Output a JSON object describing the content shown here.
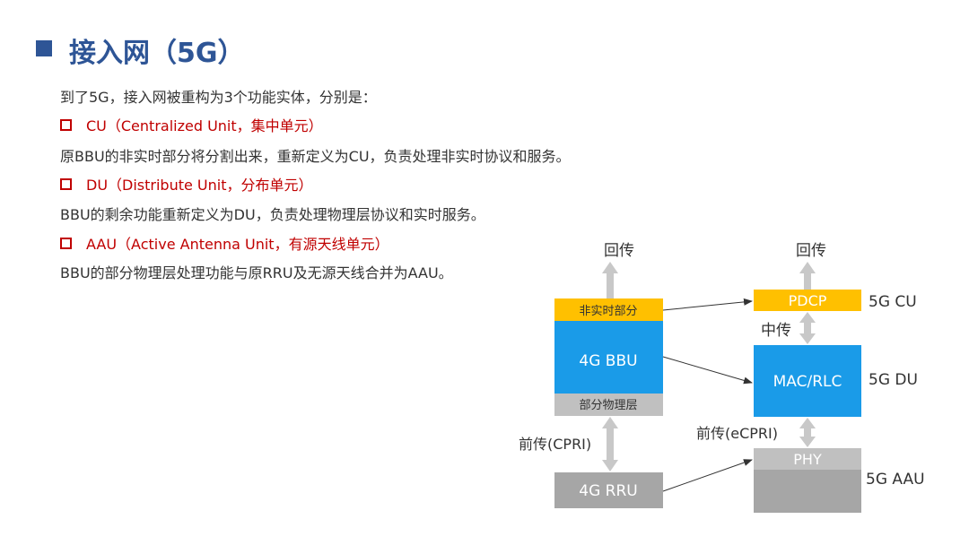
{
  "title": "接入网（5G）",
  "intro": "到了5G，接入网被重构为3个功能实体，分别是：",
  "items": [
    {
      "heading": "CU（Centralized Unit，集中单元）",
      "desc": "原BBU的非实时部分将分割出来，重新定义为CU，负责处理非实时协议和服务。"
    },
    {
      "heading": "DU（Distribute Unit，分布单元）",
      "desc": "BBU的剩余功能重新定义为DU，负责处理物理层协议和实时服务。"
    },
    {
      "heading": "AAU（Active Antenna Unit，有源天线单元）",
      "desc": "BBU的部分物理层处理功能与原RRU及无源天线合并为AAU。"
    }
  ],
  "diagram": {
    "left": {
      "backhaul": "回传",
      "non_realtime": "非实时部分",
      "bbu": "4G BBU",
      "partial_phy": "部分物理层",
      "fronthaul": "前传(CPRI)",
      "rru": "4G RRU"
    },
    "right": {
      "backhaul": "回传",
      "pdcp": "PDCP",
      "midhaul": "中传",
      "mac_rlc": "MAC/RLC",
      "fronthaul": "前传(eCPRI)",
      "phy": "PHY",
      "cu_label": "5G CU",
      "du_label": "5G DU",
      "aau_label": "5G AAU"
    },
    "colors": {
      "yellow": "#ffc000",
      "blue": "#1a9be8",
      "gray": "#a6a6a6",
      "gray_light": "#c0c0c0",
      "gray_dark": "#bdbdbd",
      "arrow": "#c8c8c8"
    }
  }
}
